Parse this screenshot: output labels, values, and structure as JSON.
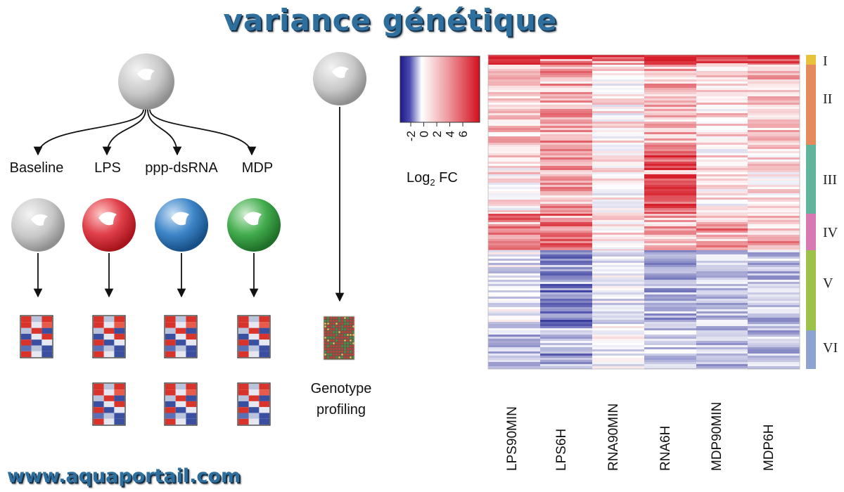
{
  "title": "variance génétique",
  "footer": "www.aquaportail.com",
  "diagram": {
    "conditions": [
      {
        "label": "Baseline",
        "color": "#b0b0b0"
      },
      {
        "label": "LPS",
        "color": "#d41e2a"
      },
      {
        "label": "ppp-dsRNA",
        "color": "#1f6fb5"
      },
      {
        "label": "MDP",
        "color": "#2a9a3a"
      }
    ],
    "genotype_label": "Genotype profiling"
  },
  "legend": {
    "label_main": "Log",
    "label_sub": "2",
    "label_suffix": " FC",
    "ticks": [
      "-2",
      "0",
      "2",
      "4",
      "6"
    ]
  },
  "heatmap": {
    "columns": [
      "LPS90MIN",
      "LPS6H",
      "RNA90MIN",
      "RNA6H",
      "MDP90MIN",
      "MDP6H"
    ],
    "clusters": [
      {
        "name": "I",
        "color": "#e7c23a"
      },
      {
        "name": "II",
        "color": "#e58a5b"
      },
      {
        "name": "III",
        "color": "#5fb49b"
      },
      {
        "name": "IV",
        "color": "#d77ab2"
      },
      {
        "name": "V",
        "color": "#9cc24a"
      },
      {
        "name": "VI",
        "color": "#8ea3cf"
      }
    ]
  }
}
